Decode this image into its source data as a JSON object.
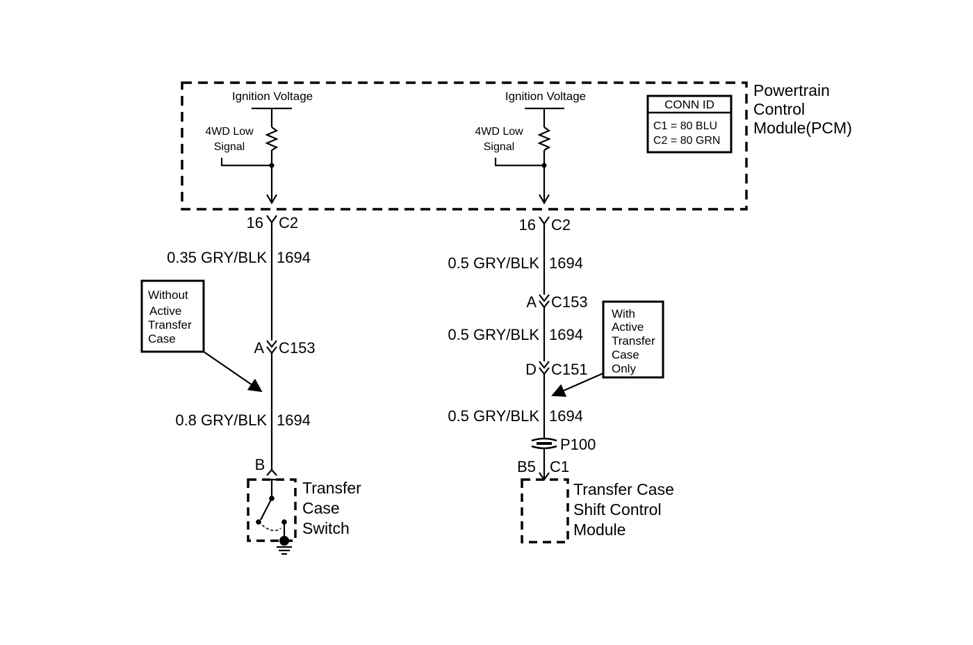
{
  "pcm": {
    "name_lines": [
      "Powertrain",
      "Control",
      "Module(PCM)"
    ],
    "ignition_left": "Ignition Voltage",
    "ignition_right": "Ignition Voltage",
    "signal_left": [
      "4WD Low",
      "Signal"
    ],
    "signal_right": [
      "4WD Low",
      "Signal"
    ],
    "conn_id": {
      "title": "CONN ID",
      "c1": "C1 = 80 BLU",
      "c2": "C2 = 80 GRN"
    }
  },
  "left_circuit": {
    "pin": "16",
    "connector": "C2",
    "wire1_gauge": "0.35 GRY/BLK",
    "wire1_circuit": "1694",
    "inline_pin": "A",
    "inline_connector": "C153",
    "wire2_gauge": "0.8 GRY/BLK",
    "wire2_circuit": "1694",
    "switch_pin": "B",
    "note_lines": [
      "Without",
      "Active",
      "Transfer",
      "Case"
    ],
    "component_lines": [
      "Transfer",
      "Case",
      "Switch"
    ]
  },
  "right_circuit": {
    "pin": "16",
    "connector": "C2",
    "wire1_gauge": "0.5 GRY/BLK",
    "wire1_circuit": "1694",
    "inline1_pin": "A",
    "inline1_connector": "C153",
    "wire2_gauge": "0.5 GRY/BLK",
    "wire2_circuit": "1694",
    "inline2_pin": "D",
    "inline2_connector": "C151",
    "wire3_gauge": "0.5 GRY/BLK",
    "wire3_circuit": "1694",
    "passthrough": "P100",
    "module_pin": "B5",
    "module_connector": "C1",
    "note_lines": [
      "With",
      "Active",
      "Transfer",
      "Case",
      "Only"
    ],
    "component_lines": [
      "Transfer Case",
      "Shift Control",
      "Module"
    ]
  }
}
